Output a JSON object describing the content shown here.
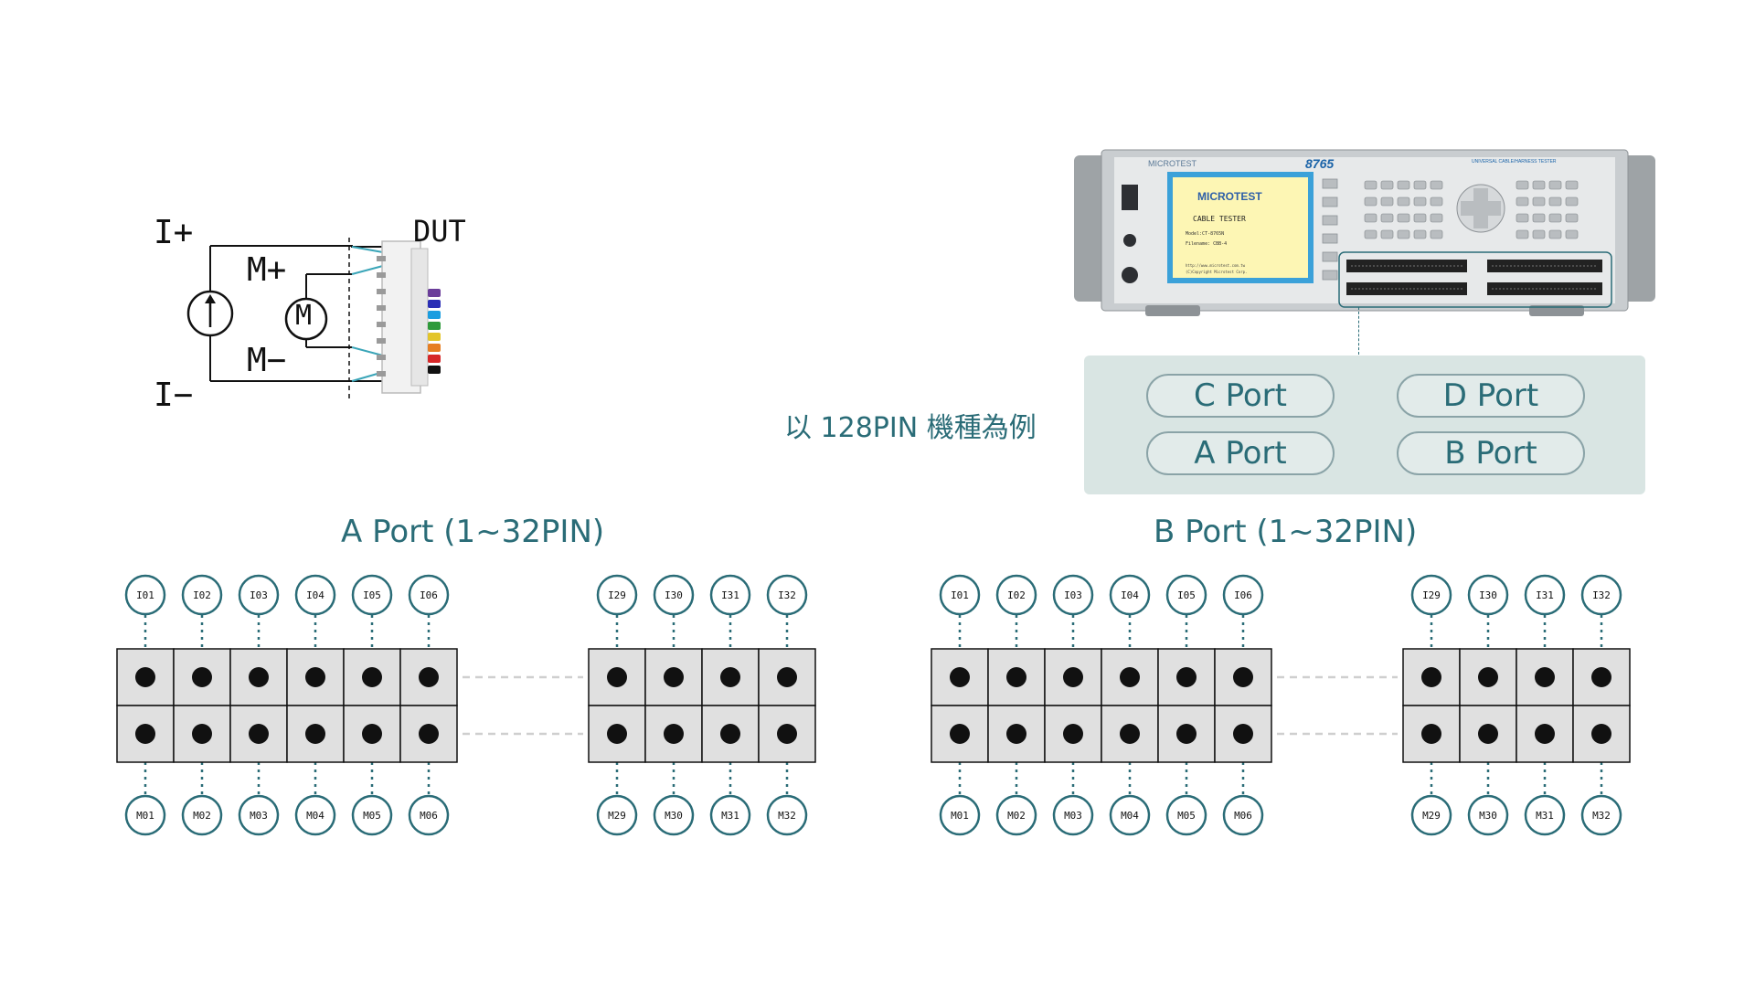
{
  "circuit": {
    "i_plus": "I+",
    "i_minus": "I−",
    "m_plus": "M+",
    "m_minus": "M−",
    "meter_symbol": "M",
    "dut_label": "DUT",
    "wire_colors": [
      "#6a3d9a",
      "#2b2fb5",
      "#1a9de0",
      "#2e9a3a",
      "#e3c52a",
      "#e67e22",
      "#d62728",
      "#111111"
    ]
  },
  "instrument": {
    "brand": "MICROTEST",
    "model": "8765",
    "subtitle": "UNIVERSAL CABLE/HARNESS TESTER",
    "screen": {
      "brand": "MICROTEST",
      "title": "CABLE TESTER",
      "model_line": "Model:CT-8765N",
      "file_line": "Filename: CBB-4",
      "url_line": "http://www.microtest.com.tw",
      "copyright_line": "(C)Copyright Microtest Corp."
    }
  },
  "caption": "以 128PIN 機種為例",
  "ports": {
    "c": "C Port",
    "d": "D Port",
    "a": "A Port",
    "b": "B Port"
  },
  "port_a": {
    "title": "A Port (1~32PIN)",
    "top_left": [
      "I01",
      "I02",
      "I03",
      "I04",
      "I05",
      "I06"
    ],
    "top_right": [
      "I29",
      "I30",
      "I31",
      "I32"
    ],
    "bottom_left": [
      "M01",
      "M02",
      "M03",
      "M04",
      "M05",
      "M06"
    ],
    "bottom_right": [
      "M29",
      "M30",
      "M31",
      "M32"
    ]
  },
  "port_b": {
    "title": "B Port (1~32PIN)",
    "top_left": [
      "I01",
      "I02",
      "I03",
      "I04",
      "I05",
      "I06"
    ],
    "top_right": [
      "I29",
      "I30",
      "I31",
      "I32"
    ],
    "bottom_left": [
      "M01",
      "M02",
      "M03",
      "M04",
      "M05",
      "M06"
    ],
    "bottom_right": [
      "M29",
      "M30",
      "M31",
      "M32"
    ]
  },
  "colors": {
    "accent": "#2a6c77",
    "panel": "#d9e5e3",
    "cell": "#e0e0e0"
  }
}
